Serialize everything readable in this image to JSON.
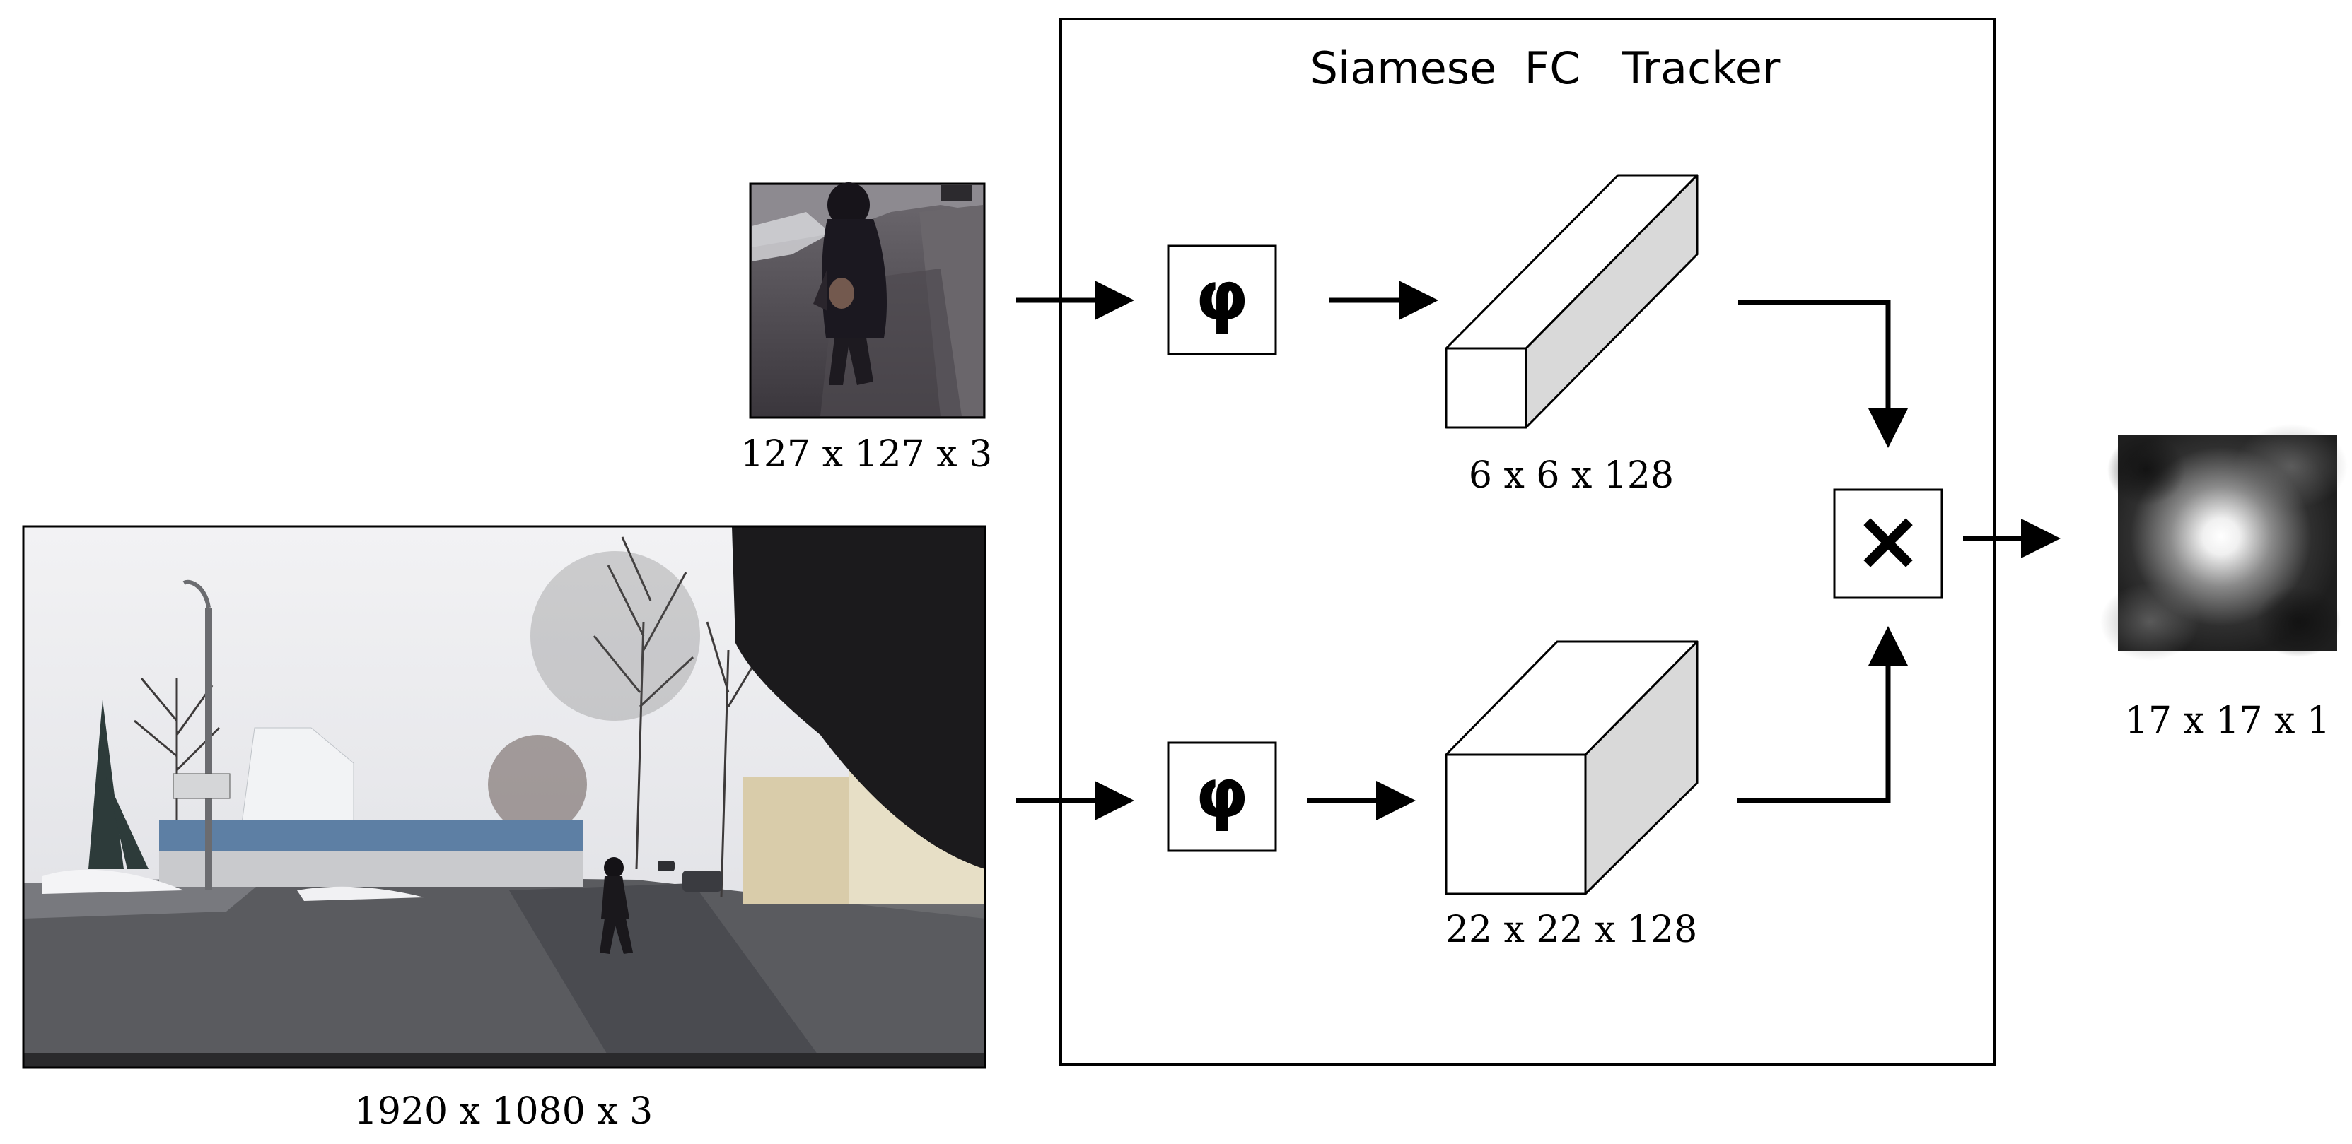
{
  "title": "Siamese  FC   Tracker",
  "template_image": {
    "label": "127 x 127 x 3"
  },
  "search_image": {
    "label": "1920 x 1080 x 3"
  },
  "template_embedding": {
    "symbol": "φ",
    "label": "6 x 6 x 128"
  },
  "search_embedding": {
    "symbol": "φ",
    "label": "22 x 22 x 128"
  },
  "cross_correlation": {
    "symbol": "×"
  },
  "score_map": {
    "label": "17 x 17 x 1"
  },
  "colors": {
    "stroke": "#000000",
    "box_fill": "#ffffff",
    "cuboid_side": "#d9d9d9",
    "heatmap_bg": "#2a2a2a",
    "heatmap_peak": "#ffffff"
  }
}
